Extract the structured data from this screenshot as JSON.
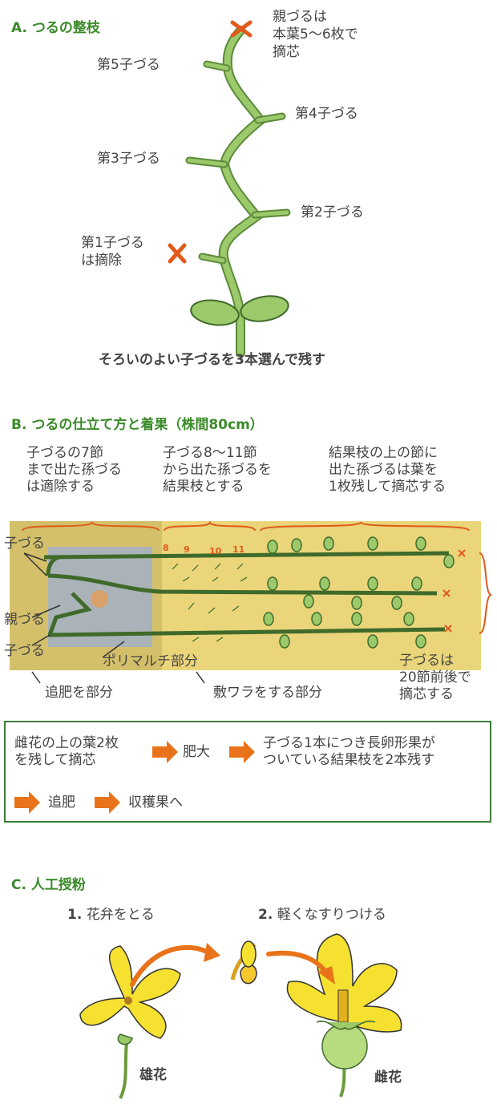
{
  "sectionA": {
    "title": "A. つるの整枝",
    "label_main": "親づるは\n本葉5～6枚で\n摘芯",
    "label_c5": "第5子づる",
    "label_c4": "第4子づる",
    "label_c3": "第3子づる",
    "label_c2": "第2子づる",
    "label_c1": "第1子づる\nは摘除",
    "caption": "そろいのよい子づるを3本選んで残す"
  },
  "sectionB": {
    "title": "B. つるの仕立て方と着果（株間80cm）",
    "top_left": "子づるの7節\nまで出た孫づる\nは適除する",
    "top_mid": "子づる8～11節\nから出た孫づるを\n結果枝とする",
    "top_right": "結果枝の上の節に\n出た孫づるは葉を\n1枚残して摘芯する",
    "node_numbers": [
      "8",
      "9",
      "10",
      "11"
    ],
    "label_kozuru1": "子づる",
    "label_oyazuru": "親づる",
    "label_kozuru2": "子づる",
    "label_mulch": "ポリマルチ部分",
    "label_topdress": "追肥を部分",
    "label_straw": "敷ワラをする部分",
    "label_end": "子づるは\n20節前後で\n摘芯する"
  },
  "flow": {
    "step1": "雌花の上の葉2枚\nを残して摘芯",
    "step2": "肥大",
    "step3": "子づる1本につき長卵形果が\nついている結果枝を2本残す",
    "step4": "追肥",
    "step5": "収穫果へ",
    "arrow_color": "#e8731a"
  },
  "sectionC": {
    "title": "C. 人工授粉",
    "step1_num": "1.",
    "step1": "花弁をとる",
    "step2_num": "2.",
    "step2": "軽くなすりつける",
    "male": "雄花",
    "female": "雌花"
  },
  "colors": {
    "green_title": "#3b8a2a",
    "vine": "#8dbf5a",
    "field": "#ead57a",
    "mulch": "#aab3b8",
    "flower": "#f6e030",
    "mark": "#e05a1a"
  }
}
